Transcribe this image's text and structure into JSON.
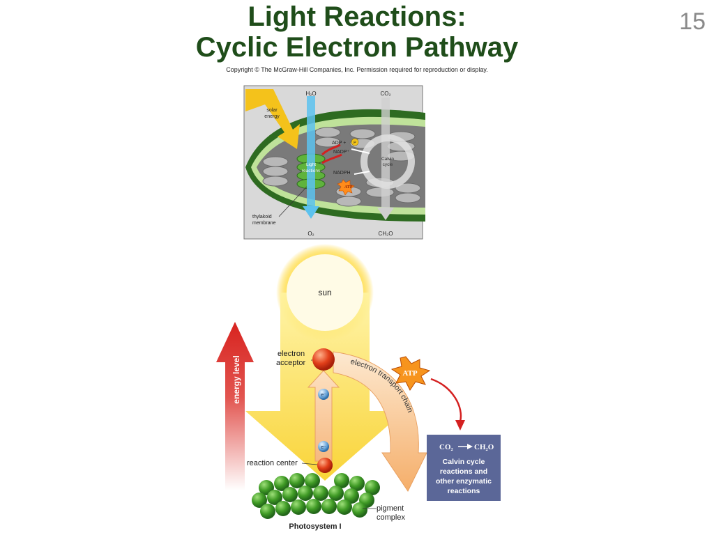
{
  "slide": {
    "title_line1": "Light Reactions:",
    "title_line2": "Cyclic Electron Pathway",
    "slide_number": "15",
    "copyright": "Copyright © The McGraw-Hill Companies, Inc. Permission required for reproduction or display."
  },
  "chloroplast": {
    "h2o": "H₂O",
    "co2": "CO₂",
    "o2": "O₂",
    "ch2o": "CH₂O",
    "solar1": "solar",
    "solar2": "energy",
    "adp": "ADP +",
    "p": "P",
    "nadp": "NADP⁺",
    "nadph": "NADPH",
    "atp": "ATP",
    "light1": "Light",
    "light2": "reactions",
    "calvin1": "Calvin",
    "calvin2": "cycle",
    "thylakoid1": "thylakoid",
    "thylakoid2": "membrane"
  },
  "pathway": {
    "sun": "sun",
    "energy_level": "energy level",
    "acceptor1": "electron",
    "acceptor2": "acceptor",
    "etc": "electron transport chain",
    "atp": "ATP",
    "e_minus": "e⁻",
    "reaction_center": "reaction center",
    "pigment1": "pigment",
    "pigment2": "complex",
    "photosystem": "Photosystem I",
    "calvin_box_eq_left": "CO₂",
    "calvin_box_eq_right": "CH₂O",
    "calvin_box_line1": "Calvin cycle",
    "calvin_box_line2": "reactions and",
    "calvin_box_line3": "other enzymatic",
    "calvin_box_line4": "reactions"
  },
  "colors": {
    "title": "#1f4d1a",
    "stroma_green": "#4f8f3a",
    "calvin_box": "#5b6798",
    "energy_arrow": "#d8231f"
  }
}
